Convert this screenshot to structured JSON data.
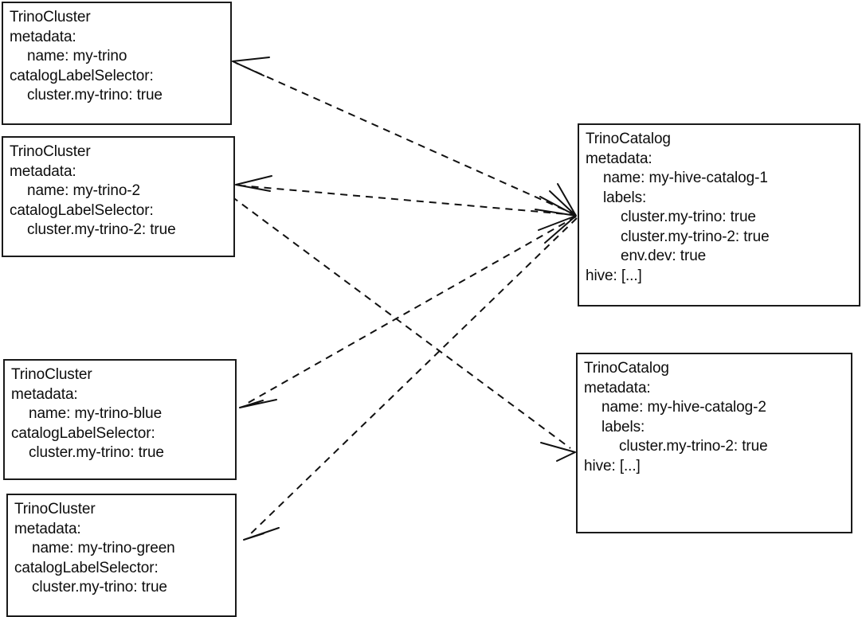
{
  "diagram": {
    "title": "TrinoCluster / TrinoCatalog label-selector matching diagram",
    "edge_style": "dashed",
    "arrow_color": "#111111",
    "box_border_color": "#1a1a1a",
    "background": "#ffffff"
  },
  "nodes": [
    {
      "id": "trinocluster-my-trino",
      "kind": "TrinoCluster",
      "lines": [
        {
          "text": "TrinoCluster",
          "indent": 0
        },
        {
          "text": "metadata:",
          "indent": 0
        },
        {
          "text": "name: my-trino",
          "indent": 1
        },
        {
          "text": "catalogLabelSelector:",
          "indent": 0
        },
        {
          "text": "cluster.my-trino: true",
          "indent": 1
        }
      ]
    },
    {
      "id": "trinocluster-my-trino-2",
      "kind": "TrinoCluster",
      "lines": [
        {
          "text": "TrinoCluster",
          "indent": 0
        },
        {
          "text": "metadata:",
          "indent": 0
        },
        {
          "text": "name: my-trino-2",
          "indent": 1
        },
        {
          "text": "catalogLabelSelector:",
          "indent": 0
        },
        {
          "text": "cluster.my-trino-2: true",
          "indent": 1
        }
      ]
    },
    {
      "id": "trinocluster-my-trino-blue",
      "kind": "TrinoCluster",
      "lines": [
        {
          "text": "TrinoCluster",
          "indent": 0
        },
        {
          "text": "metadata:",
          "indent": 0
        },
        {
          "text": "name: my-trino-blue",
          "indent": 1
        },
        {
          "text": "catalogLabelSelector:",
          "indent": 0
        },
        {
          "text": "cluster.my-trino: true",
          "indent": 1
        }
      ]
    },
    {
      "id": "trinocluster-my-trino-green",
      "kind": "TrinoCluster",
      "lines": [
        {
          "text": "TrinoCluster",
          "indent": 0
        },
        {
          "text": "metadata:",
          "indent": 0
        },
        {
          "text": "name: my-trino-green",
          "indent": 1
        },
        {
          "text": "catalogLabelSelector:",
          "indent": 0
        },
        {
          "text": "cluster.my-trino: true",
          "indent": 1
        }
      ]
    },
    {
      "id": "trinocatalog-my-hive-catalog-1",
      "kind": "TrinoCatalog",
      "lines": [
        {
          "text": "TrinoCatalog",
          "indent": 0
        },
        {
          "text": "metadata:",
          "indent": 0
        },
        {
          "text": "name: my-hive-catalog-1",
          "indent": 1
        },
        {
          "text": "labels:",
          "indent": 1
        },
        {
          "text": "cluster.my-trino: true",
          "indent": 2
        },
        {
          "text": "cluster.my-trino-2: true",
          "indent": 2
        },
        {
          "text": "env.dev: true",
          "indent": 2
        },
        {
          "text": "hive: [...]",
          "indent": 0
        }
      ]
    },
    {
      "id": "trinocatalog-my-hive-catalog-2",
      "kind": "TrinoCatalog",
      "lines": [
        {
          "text": "TrinoCatalog",
          "indent": 0
        },
        {
          "text": "metadata:",
          "indent": 0
        },
        {
          "text": "name: my-hive-catalog-2",
          "indent": 1
        },
        {
          "text": "labels:",
          "indent": 1
        },
        {
          "text": "cluster.my-trino-2: true",
          "indent": 2
        },
        {
          "text": "hive: [...]",
          "indent": 0
        }
      ]
    }
  ],
  "edges": [
    {
      "id": "edge-catalog1-to-my-trino",
      "from": "trinocatalog-my-hive-catalog-1",
      "to": "trinocluster-my-trino"
    },
    {
      "id": "edge-catalog1-to-my-trino-2",
      "from": "trinocatalog-my-hive-catalog-1",
      "to": "trinocluster-my-trino-2"
    },
    {
      "id": "edge-catalog1-to-my-trino-blue",
      "from": "trinocatalog-my-hive-catalog-1",
      "to": "trinocluster-my-trino-blue"
    },
    {
      "id": "edge-catalog1-to-my-trino-green",
      "from": "trinocatalog-my-hive-catalog-1",
      "to": "trinocluster-my-trino-green"
    },
    {
      "id": "edge-my-trino-2-to-catalog2",
      "from": "trinocluster-my-trino-2",
      "to": "trinocatalog-my-hive-catalog-2"
    }
  ]
}
